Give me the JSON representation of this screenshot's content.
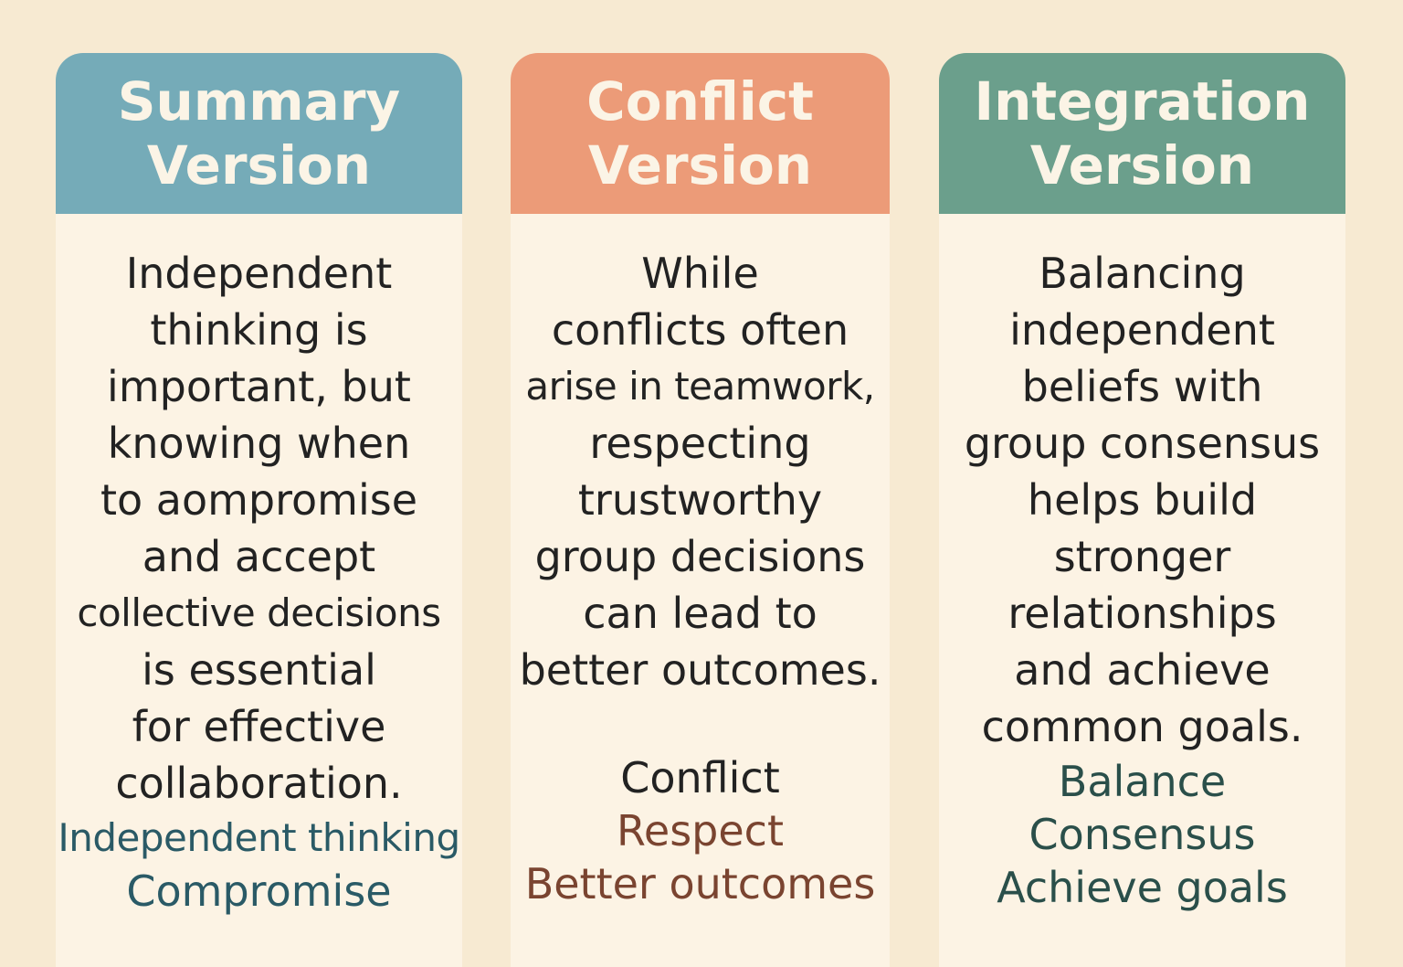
{
  "colors": {
    "background": "#f7ead2",
    "card_body": "#fcf3e4",
    "summary_header": "#75abb8",
    "conflict_header": "#ec9b78",
    "integration_header": "#6b9f8c",
    "header_text": "#fbf4e6",
    "body_text": "#222222",
    "summary_keywords": "#2a5a66",
    "conflict_keywords": "#7a4430",
    "integration_keywords": "#2a4f4a"
  },
  "cards": [
    {
      "title_lines": [
        "Summary",
        "Version"
      ],
      "body_lines": [
        "Independent",
        "thinking is",
        "important, but",
        "knowing when",
        "to aompromise",
        "and accept",
        "collective decisions",
        "is essential",
        "for effective",
        "collaboration."
      ],
      "keywords": [
        "Independent thinking",
        "Compromise"
      ]
    },
    {
      "title_lines": [
        "Conflict",
        "Version"
      ],
      "body_lines": [
        "While",
        "conflicts often",
        "arise in teamwork,",
        "respecting",
        "trustworthy",
        "group decisions",
        "can lead to",
        "better outcomes."
      ],
      "keywords": [
        "Conflict",
        "Respect",
        "Better outcomes"
      ]
    },
    {
      "title_lines": [
        "Integration",
        "Version"
      ],
      "body_lines": [
        "Balancing",
        "independent",
        "beliefs with",
        "group consensus",
        "helps build",
        "stronger",
        "relationships",
        "and achieve",
        "common goals."
      ],
      "keywords": [
        "Balance",
        "Consensus",
        "Achieve goals"
      ]
    }
  ]
}
